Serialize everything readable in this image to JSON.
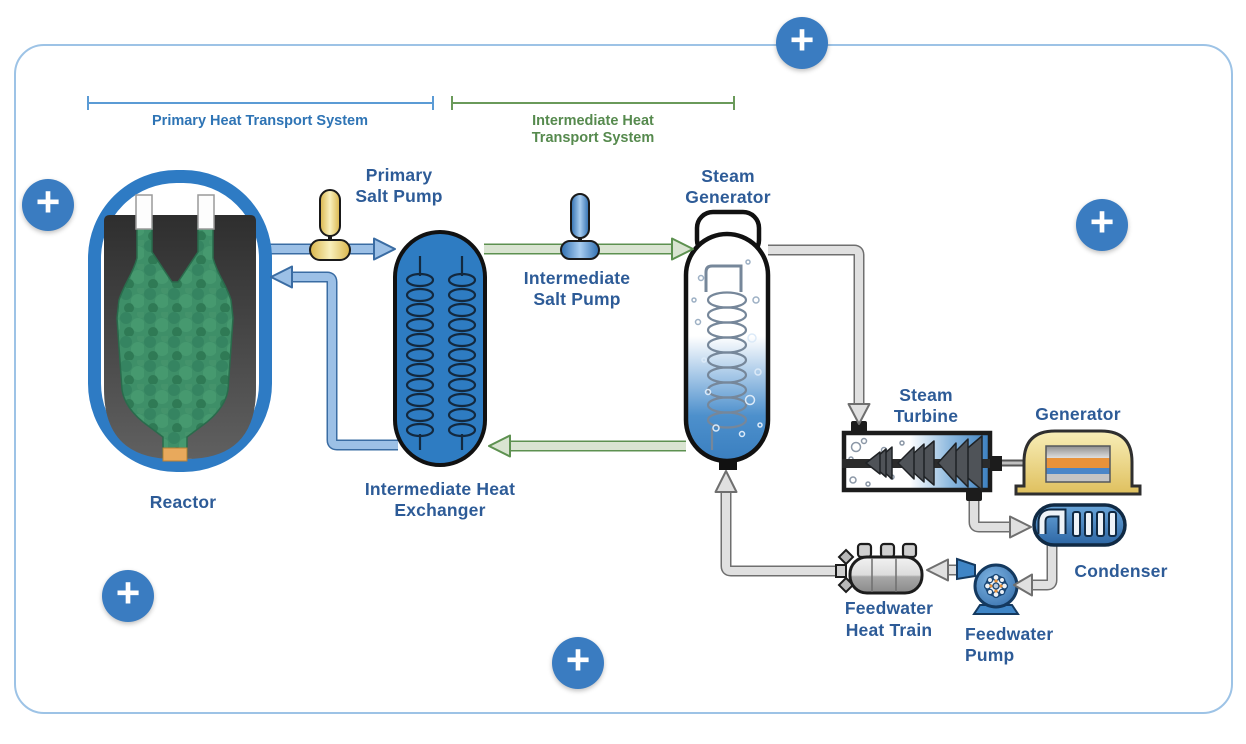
{
  "hotspot": {
    "symbol": "+",
    "count": 5
  },
  "brackets": {
    "primary": {
      "label": "Primary Heat Transport System"
    },
    "intermediate": {
      "label_line1": "Intermediate Heat",
      "label_line2": "Transport System"
    }
  },
  "labels": {
    "reactor": "Reactor",
    "primary_salt_pump_1": "Primary",
    "primary_salt_pump_2": "Salt Pump",
    "ihx_1": "Intermediate Heat",
    "ihx_2": "Exchanger",
    "int_salt_pump_1": "Intermediate",
    "int_salt_pump_2": "Salt Pump",
    "steam_generator_1": "Steam",
    "steam_generator_2": "Generator",
    "steam_turbine_1": "Steam",
    "steam_turbine_2": "Turbine",
    "generator": "Generator",
    "condenser": "Condenser",
    "feedwater_pump_1": "Feedwater",
    "feedwater_pump_2": "Pump",
    "feedwater_heat_train_1": "Feedwater",
    "feedwater_heat_train_2": "Heat Train"
  },
  "colors": {
    "hotspot_blue": "#3a7cc1",
    "frame_border": "#9dc3e6",
    "component_label": "#2d5b97",
    "bracket_blue_text": "#2e74b5",
    "bracket_blue_line": "#5b9bd5",
    "bracket_green_text": "#568a4e",
    "bracket_green_line": "#6a9a5a",
    "primary_pipe": "#3a6ca3",
    "intermediate_pipe": "#5d9150",
    "steam_pipe": "#6f6f6f",
    "vessel_blue": "#2e7bc4",
    "core_green": "#3e8f68",
    "pump_gold": "#d9b54a",
    "generator_yellow": "#e2c668",
    "outlet_orange": "#e8a95c"
  }
}
